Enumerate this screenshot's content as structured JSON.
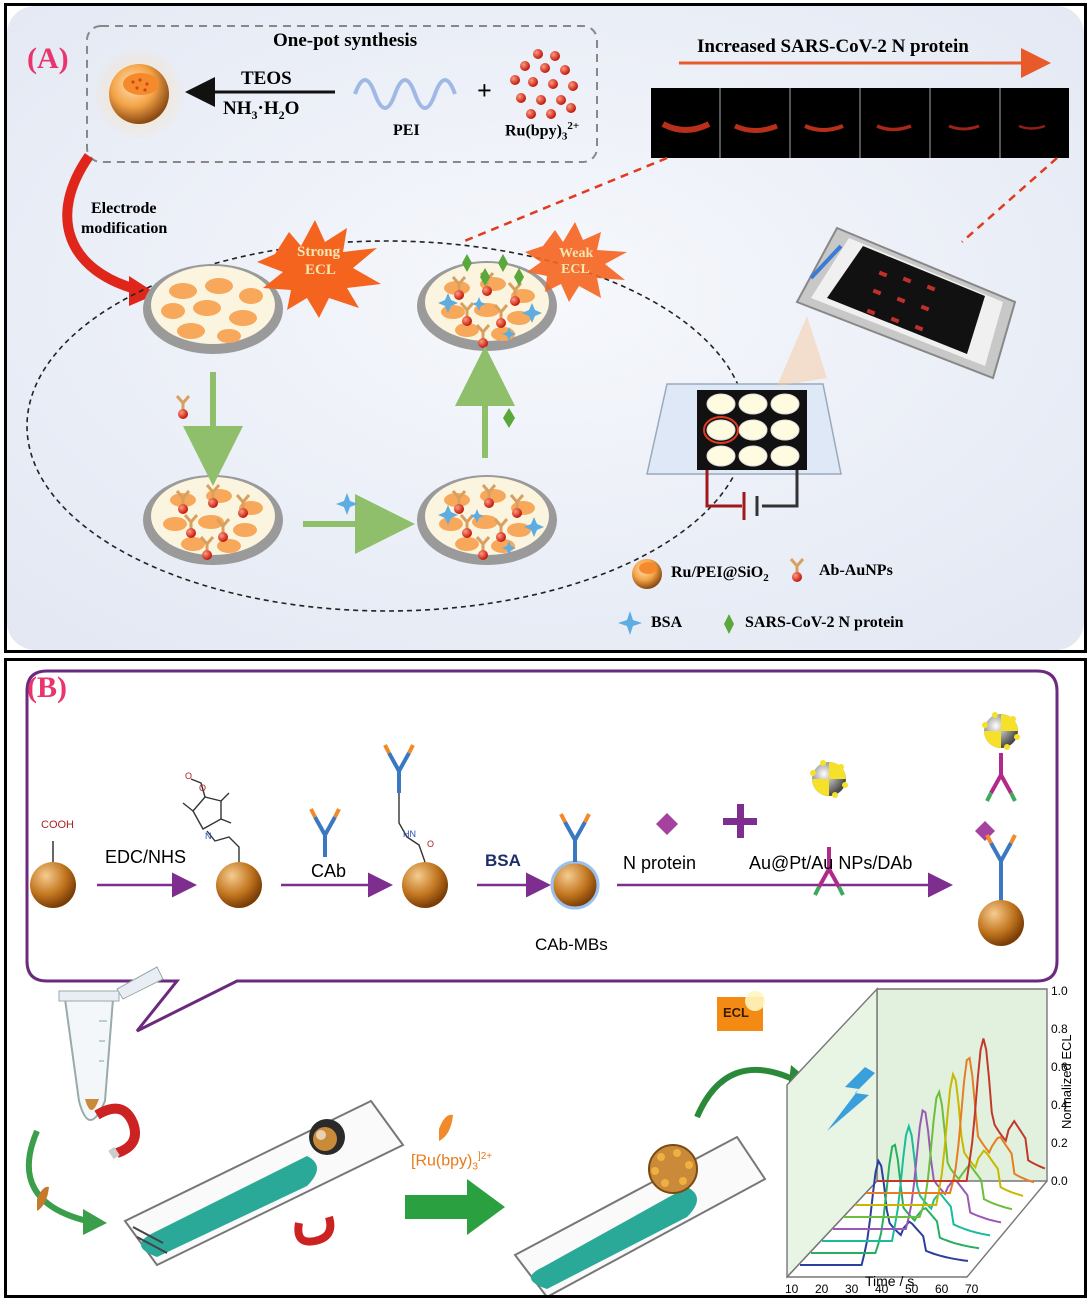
{
  "panel_a": {
    "label": "(A)",
    "synthesis_title": "One-pot synthesis",
    "reagent_teos": "TEOS",
    "reagent_nh3": "NH",
    "reagent_nh3_sub": "3",
    "reagent_nh3_tail": "·H",
    "reagent_h2o_sub": "2",
    "reagent_h2o_tail": "O",
    "pei_label": "PEI",
    "plus": "+",
    "ru_label": "Ru(bpy)",
    "ru_sub": "3",
    "ru_sup": "2+",
    "increase_label": "Increased SARS-CoV-2 N protein",
    "electrode_label_1": "Electrode",
    "electrode_label_2": "modification",
    "strong_1": "Strong",
    "strong_2": "ECL",
    "weak_1": "Weak",
    "weak_2": "ECL",
    "legend": {
      "ru_pei": "Ru/PEI@SiO",
      "ru_pei_sub": "2",
      "ab_aunps": "Ab-AuNPs",
      "bsa": "BSA",
      "n_protein": "SARS-CoV-2 N protein"
    },
    "colors": {
      "accent": "#e23a1e",
      "arrow_green": "#8fbf6a",
      "bg": "#eef1f8"
    }
  },
  "panel_b": {
    "label": "(B)",
    "steps": {
      "cooh": "COOH",
      "edc": "EDC/NHS",
      "cab": "CAb",
      "bsa": "BSA",
      "cab_mbs": "CAb-MBs",
      "n_protein": "N protein",
      "plus": "+",
      "dab": "Au@Pt/Au NPs/DAb"
    },
    "ru_label": "[Ru(bpy)",
    "ru_sub": "3",
    "ru_sup": "]2+",
    "ecl_badge": "ECL",
    "chart_data": {
      "type": "line",
      "xlabel": "Time / s",
      "ylabel": "Normalized ECL",
      "xticks": [
        "10",
        "20",
        "30",
        "40",
        "50",
        "60",
        "70"
      ],
      "yticks": [
        "0.0",
        "0.2",
        "0.4",
        "0.6",
        "0.8",
        "1.0"
      ],
      "xlim": [
        10,
        70
      ],
      "ylim": [
        0.0,
        1.0
      ],
      "series_colors": [
        "#c0392b",
        "#e67e22",
        "#c9b800",
        "#6abf3c",
        "#9b59b6",
        "#1abc9c",
        "#27ae60",
        "#2c3e9e"
      ]
    }
  }
}
